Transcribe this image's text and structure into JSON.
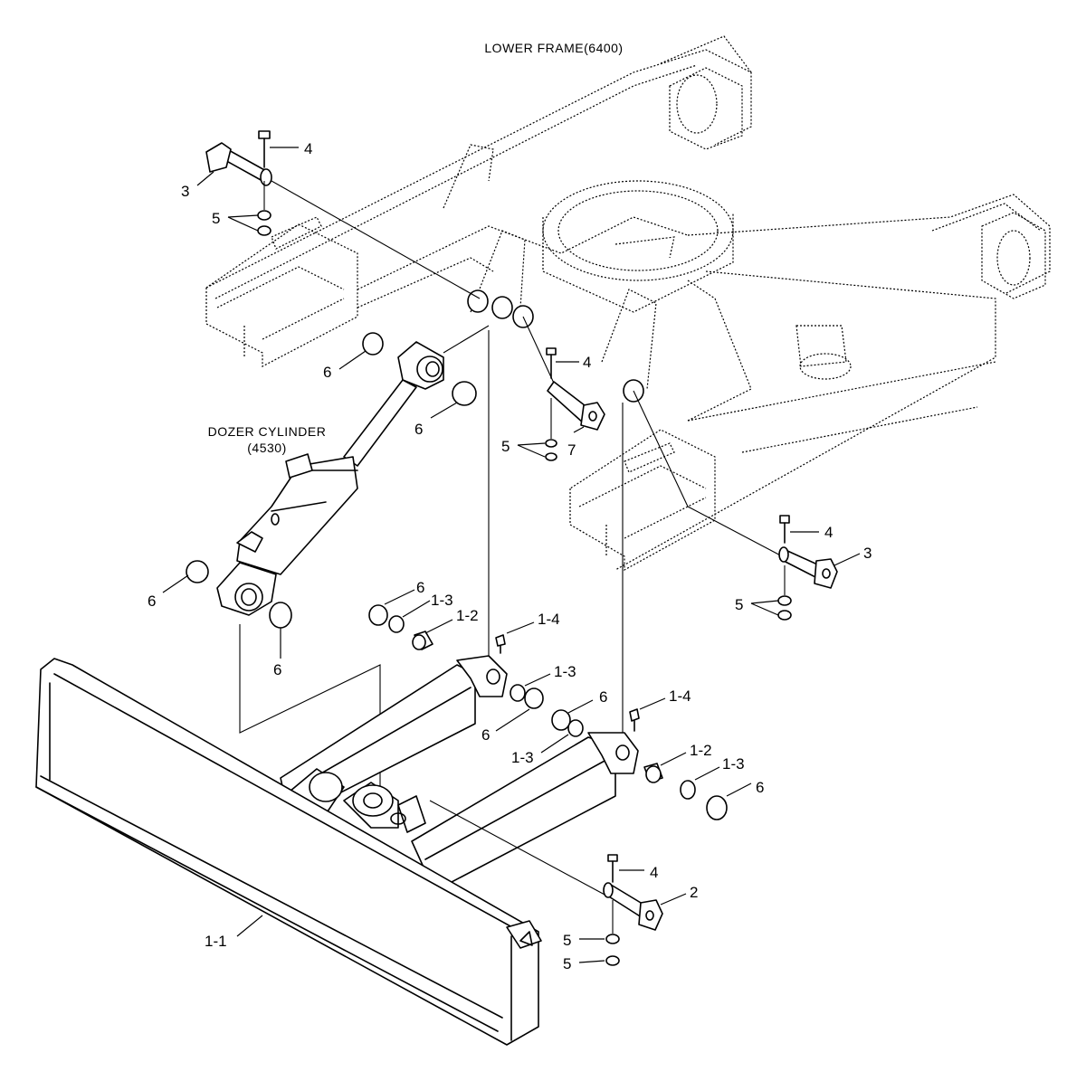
{
  "titles": {
    "lower_frame": "LOWER FRAME(6400)",
    "dozer_cylinder_line1": "DOZER CYLINDER",
    "dozer_cylinder_line2": "(4530)"
  },
  "callouts": {
    "c4_top": "4",
    "c3_top": "3",
    "c5_top": "5",
    "c6_rod_left": "6",
    "c6_rod_right": "6",
    "c4_mid": "4",
    "c5_mid": "5",
    "c7": "7",
    "c4_right": "4",
    "c3_right": "3",
    "c5_right": "5",
    "c6_cyl_left": "6",
    "c6_cyl_bottom": "6",
    "c6_a": "6",
    "c1_3_a": "1-3",
    "c1_2_a": "1-2",
    "c1_4_a": "1-4",
    "c1_3_b": "1-3",
    "c6_b": "6",
    "c6_c": "6",
    "c1_4_b": "1-4",
    "c1_3_c": "1-3",
    "c1_2_b": "1-2",
    "c1_3_d": "1-3",
    "c6_d": "6",
    "c4_bottom": "4",
    "c2": "2",
    "c1_1": "1-1",
    "c5_bottom_a": "5",
    "c5_bottom_b": "5"
  }
}
